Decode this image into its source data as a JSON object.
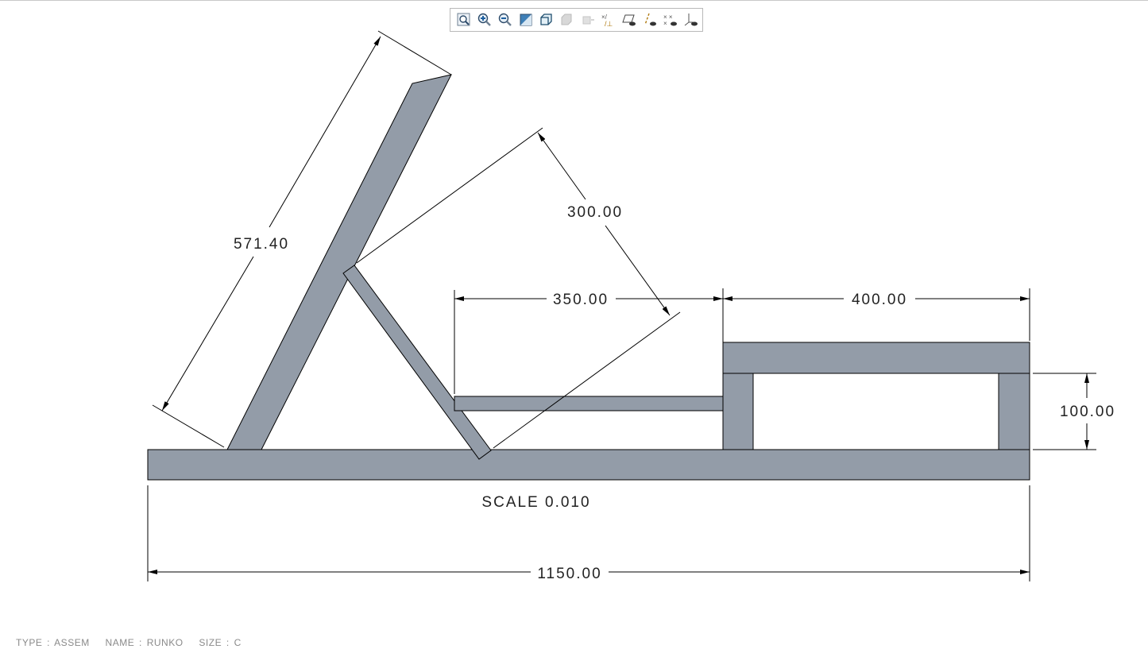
{
  "toolbar": {
    "icons": [
      "refit-icon",
      "zoom-in-icon",
      "zoom-out-icon",
      "repaint-icon",
      "display-style-icon",
      "saved-views-icon",
      "named-view-icon",
      "datum-display-icon",
      "plane-display-icon",
      "axis-display-icon",
      "point-display-icon",
      "csys-display-icon"
    ]
  },
  "drawing": {
    "dimensions": {
      "back_length": "571.40",
      "brace_length": "300.00",
      "seat_gap": "350.00",
      "box_width": "400.00",
      "box_height": "100.00",
      "total_length": "1150.00"
    },
    "scale_label": "SCALE 0.010",
    "part_color": "#939ca8"
  },
  "status": {
    "type": "TYPE : ASSEM",
    "name": "NAME : RUNKO",
    "size": "SIZE : C"
  }
}
